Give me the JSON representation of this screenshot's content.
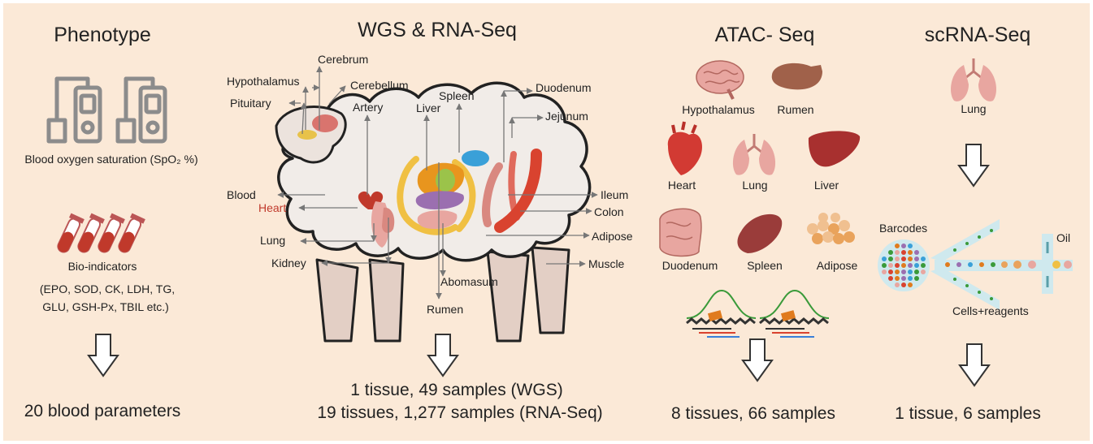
{
  "sections": {
    "phenotype": {
      "title": "Phenotype",
      "spo2_label": "Blood oxygen saturation (SpO₂ %)",
      "bio_label": "Bio-indicators",
      "bio_list_1": "(EPO, SOD, CK, LDH, TG,",
      "bio_list_2": "GLU, GSH-Px, TBIL etc.)",
      "result": "20 blood parameters"
    },
    "wgs": {
      "title": "WGS & RNA-Seq",
      "result_1": "1 tissue,  49 samples (WGS)",
      "result_2": "19 tissues, 1,277 samples (RNA-Seq)",
      "labels": {
        "cerebrum": "Cerebrum",
        "hypothalamus": "Hypothalamus",
        "cerebellum": "Cerebellum",
        "pituitary": "Pituitary",
        "artery": "Artery",
        "liver": "Liver",
        "spleen": "Spleen",
        "duodenum": "Duodenum",
        "jejunum": "Jejunum",
        "blood": "Blood",
        "heart": "Heart",
        "ileum": "Ileum",
        "colon": "Colon",
        "adipose": "Adipose",
        "lung": "Lung",
        "kidney": "Kidney",
        "muscle": "Muscle",
        "abomasum": "Abomasum",
        "rumen": "Rumen"
      }
    },
    "atac": {
      "title": "ATAC- Seq",
      "tissues": [
        "Hypothalamus",
        "Rumen",
        "Heart",
        "Lung",
        "Liver",
        "Duodenum",
        "Spleen",
        "Adipose"
      ],
      "result": "8 tissues, 66 samples"
    },
    "scrna": {
      "title": "scRNA-Seq",
      "tissue": "Lung",
      "barcodes": "Barcodes",
      "oil": "Oil",
      "cells": "Cells+reagents",
      "result": "1 tissue, 6 samples"
    }
  },
  "colors": {
    "background": "#fbe9d7",
    "heart_label": "#c0392b",
    "device": "#8c8c8c",
    "organ": "#c9554f"
  }
}
